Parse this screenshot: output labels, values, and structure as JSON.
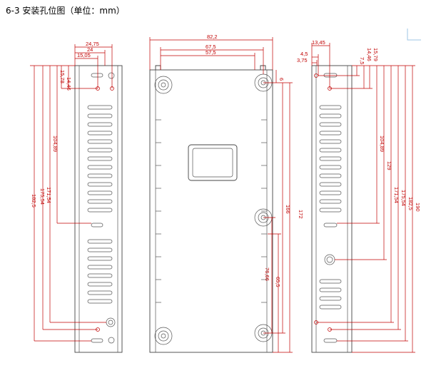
{
  "title": "6-3 安装孔位图（单位：mm）",
  "colors": {
    "dimension": "#c00000",
    "outline": "#444444",
    "corner_mark": "#9ec6e6"
  },
  "left_view": {
    "top_dims": [
      "24,75",
      "24",
      "15,05"
    ],
    "side_dims": [
      "14,46",
      "15,78",
      "104,89",
      "171,54",
      "175,54",
      "182,5"
    ]
  },
  "middle_view": {
    "top_dims": [
      "82,2",
      "67,5",
      "57,5"
    ],
    "right_dims": [
      "6",
      "166",
      "172",
      "76,66",
      "65,5"
    ]
  },
  "right_view": {
    "top_dims": [
      "13,45",
      "4,5",
      "3,75",
      "15,79",
      "14,46",
      "7,5"
    ],
    "side_dims": [
      "104,89",
      "129",
      "171,54",
      "175,54",
      "182,5",
      "190"
    ]
  }
}
